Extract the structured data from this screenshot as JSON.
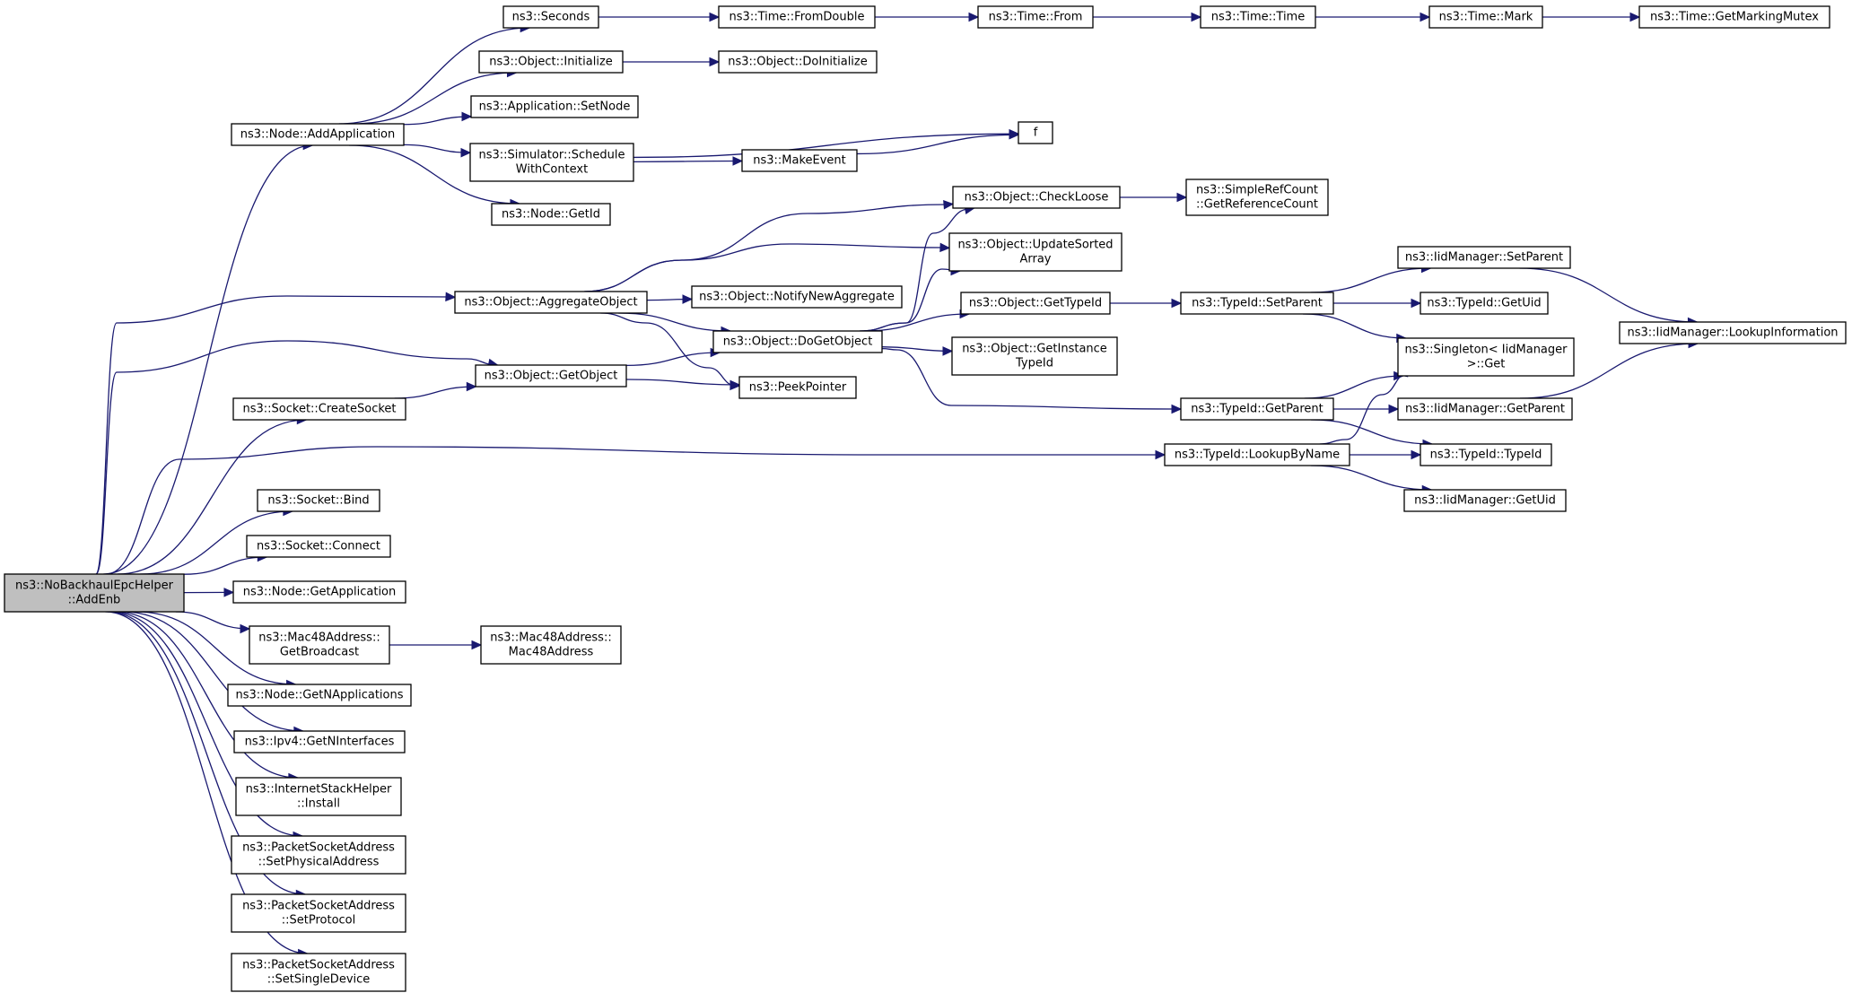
{
  "nodes": [
    {
      "id": "root",
      "lines": [
        "ns3::NoBackhaulEpcHelper",
        "::AddEnb"
      ],
      "root": true
    },
    {
      "id": "addApp",
      "lines": [
        "ns3::Node::AddApplication"
      ]
    },
    {
      "id": "aggObj",
      "lines": [
        "ns3::Object::AggregateObject"
      ]
    },
    {
      "id": "getObj",
      "lines": [
        "ns3::Object::GetObject"
      ]
    },
    {
      "id": "createSock",
      "lines": [
        "ns3::Socket::CreateSocket"
      ]
    },
    {
      "id": "bind",
      "lines": [
        "ns3::Socket::Bind"
      ]
    },
    {
      "id": "connect",
      "lines": [
        "ns3::Socket::Connect"
      ]
    },
    {
      "id": "getApp",
      "lines": [
        "ns3::Node::GetApplication"
      ]
    },
    {
      "id": "getBcast",
      "lines": [
        "ns3::Mac48Address::",
        "GetBroadcast"
      ]
    },
    {
      "id": "mac48",
      "lines": [
        "ns3::Mac48Address::",
        "Mac48Address"
      ]
    },
    {
      "id": "getNApps",
      "lines": [
        "ns3::Node::GetNApplications"
      ]
    },
    {
      "id": "getNIf",
      "lines": [
        "ns3::Ipv4::GetNInterfaces"
      ]
    },
    {
      "id": "install",
      "lines": [
        "ns3::InternetStackHelper",
        "::Install"
      ]
    },
    {
      "id": "setPhys",
      "lines": [
        "ns3::PacketSocketAddress",
        "::SetPhysicalAddress"
      ]
    },
    {
      "id": "setProto",
      "lines": [
        "ns3::PacketSocketAddress",
        "::SetProtocol"
      ]
    },
    {
      "id": "setSingle",
      "lines": [
        "ns3::PacketSocketAddress",
        "::SetSingleDevice"
      ]
    },
    {
      "id": "seconds",
      "lines": [
        "ns3::Seconds"
      ]
    },
    {
      "id": "fromDouble",
      "lines": [
        "ns3::Time::FromDouble"
      ]
    },
    {
      "id": "from",
      "lines": [
        "ns3::Time::From"
      ]
    },
    {
      "id": "time",
      "lines": [
        "ns3::Time::Time"
      ]
    },
    {
      "id": "mark",
      "lines": [
        "ns3::Time::Mark"
      ]
    },
    {
      "id": "mutex",
      "lines": [
        "ns3::Time::GetMarkingMutex"
      ]
    },
    {
      "id": "initialize",
      "lines": [
        "ns3::Object::Initialize"
      ]
    },
    {
      "id": "doInit",
      "lines": [
        "ns3::Object::DoInitialize"
      ]
    },
    {
      "id": "setNode",
      "lines": [
        "ns3::Application::SetNode"
      ]
    },
    {
      "id": "schedule",
      "lines": [
        "ns3::Simulator::Schedule",
        "WithContext"
      ]
    },
    {
      "id": "makeEvent",
      "lines": [
        "ns3::MakeEvent"
      ]
    },
    {
      "id": "f",
      "lines": [
        "f"
      ]
    },
    {
      "id": "nodeGetId",
      "lines": [
        "ns3::Node::GetId"
      ]
    },
    {
      "id": "checkLoose",
      "lines": [
        "ns3::Object::CheckLoose"
      ]
    },
    {
      "id": "refCount",
      "lines": [
        "ns3::SimpleRefCount",
        "::GetReferenceCount"
      ]
    },
    {
      "id": "updSorted",
      "lines": [
        "ns3::Object::UpdateSorted",
        "Array"
      ]
    },
    {
      "id": "notifyNew",
      "lines": [
        "ns3::Object::NotifyNewAggregate"
      ]
    },
    {
      "id": "doGetObj",
      "lines": [
        "ns3::Object::DoGetObject"
      ]
    },
    {
      "id": "getTypeId",
      "lines": [
        "ns3::Object::GetTypeId"
      ]
    },
    {
      "id": "getInst",
      "lines": [
        "ns3::Object::GetInstance",
        "TypeId"
      ]
    },
    {
      "id": "peek",
      "lines": [
        "ns3::PeekPointer"
      ]
    },
    {
      "id": "tidSetParent",
      "lines": [
        "ns3::TypeId::SetParent"
      ]
    },
    {
      "id": "tidGetParent",
      "lines": [
        "ns3::TypeId::GetParent"
      ]
    },
    {
      "id": "lookupName",
      "lines": [
        "ns3::TypeId::LookupByName"
      ]
    },
    {
      "id": "iidSetParent",
      "lines": [
        "ns3::IidManager::SetParent"
      ]
    },
    {
      "id": "tidGetUid",
      "lines": [
        "ns3::TypeId::GetUid"
      ]
    },
    {
      "id": "singleton",
      "lines": [
        "ns3::Singleton< IidManager",
        ">::Get"
      ]
    },
    {
      "id": "iidGetParent",
      "lines": [
        "ns3::IidManager::GetParent"
      ]
    },
    {
      "id": "tidTypeId",
      "lines": [
        "ns3::TypeId::TypeId"
      ]
    },
    {
      "id": "iidGetUid",
      "lines": [
        "ns3::IidManager::GetUid"
      ]
    },
    {
      "id": "lookupInfo",
      "lines": [
        "ns3::IidManager::LookupInformation"
      ]
    }
  ],
  "edges": [
    [
      "root",
      "addApp"
    ],
    [
      "root",
      "aggObj"
    ],
    [
      "root",
      "getObj"
    ],
    [
      "root",
      "createSock"
    ],
    [
      "root",
      "lookupName"
    ],
    [
      "root",
      "bind"
    ],
    [
      "root",
      "connect"
    ],
    [
      "root",
      "getApp"
    ],
    [
      "root",
      "getBcast"
    ],
    [
      "root",
      "getNApps"
    ],
    [
      "root",
      "getNIf"
    ],
    [
      "root",
      "install"
    ],
    [
      "root",
      "setPhys"
    ],
    [
      "root",
      "setProto"
    ],
    [
      "root",
      "setSingle"
    ],
    [
      "addApp",
      "seconds"
    ],
    [
      "addApp",
      "initialize"
    ],
    [
      "addApp",
      "setNode"
    ],
    [
      "addApp",
      "schedule"
    ],
    [
      "addApp",
      "nodeGetId"
    ],
    [
      "seconds",
      "fromDouble"
    ],
    [
      "fromDouble",
      "from"
    ],
    [
      "from",
      "time"
    ],
    [
      "time",
      "mark"
    ],
    [
      "mark",
      "mutex"
    ],
    [
      "initialize",
      "doInit"
    ],
    [
      "schedule",
      "f"
    ],
    [
      "schedule",
      "makeEvent"
    ],
    [
      "makeEvent",
      "f"
    ],
    [
      "aggObj",
      "checkLoose"
    ],
    [
      "aggObj",
      "updSorted"
    ],
    [
      "aggObj",
      "notifyNew"
    ],
    [
      "aggObj",
      "doGetObj"
    ],
    [
      "aggObj",
      "peek"
    ],
    [
      "getObj",
      "doGetObj"
    ],
    [
      "getObj",
      "peek"
    ],
    [
      "createSock",
      "getObj"
    ],
    [
      "doGetObj",
      "checkLoose"
    ],
    [
      "doGetObj",
      "updSorted"
    ],
    [
      "doGetObj",
      "getTypeId"
    ],
    [
      "doGetObj",
      "getInst"
    ],
    [
      "doGetObj",
      "tidGetParent"
    ],
    [
      "checkLoose",
      "refCount"
    ],
    [
      "getTypeId",
      "tidSetParent"
    ],
    [
      "tidSetParent",
      "iidSetParent"
    ],
    [
      "tidSetParent",
      "tidGetUid"
    ],
    [
      "tidSetParent",
      "singleton"
    ],
    [
      "iidSetParent",
      "lookupInfo"
    ],
    [
      "tidGetParent",
      "singleton"
    ],
    [
      "tidGetParent",
      "iidGetParent"
    ],
    [
      "tidGetParent",
      "tidTypeId"
    ],
    [
      "iidGetParent",
      "lookupInfo"
    ],
    [
      "lookupName",
      "singleton"
    ],
    [
      "lookupName",
      "tidTypeId"
    ],
    [
      "lookupName",
      "iidGetUid"
    ],
    [
      "getBcast",
      "mac48"
    ]
  ]
}
